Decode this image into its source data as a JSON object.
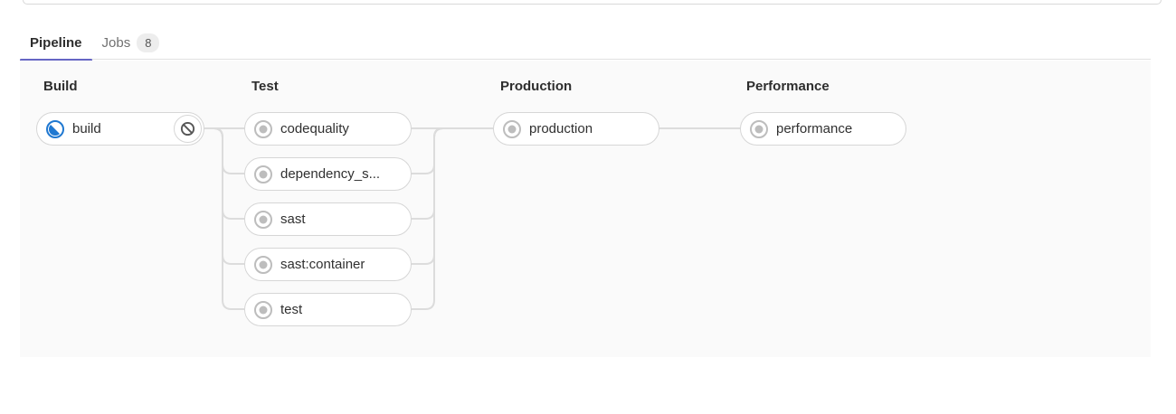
{
  "tabs": {
    "pipeline_label": "Pipeline",
    "jobs_label": "Jobs",
    "jobs_count": "8"
  },
  "stages": [
    {
      "title": "Build",
      "jobs": [
        {
          "name": "build",
          "status": "running",
          "action": "cancel"
        }
      ]
    },
    {
      "title": "Test",
      "jobs": [
        {
          "name": "codequality",
          "status": "created"
        },
        {
          "name": "dependency_s...",
          "status": "created"
        },
        {
          "name": "sast",
          "status": "created"
        },
        {
          "name": "sast:container",
          "status": "created"
        },
        {
          "name": "test",
          "status": "created"
        }
      ]
    },
    {
      "title": "Production",
      "jobs": [
        {
          "name": "production",
          "status": "created"
        }
      ]
    },
    {
      "title": "Performance",
      "jobs": [
        {
          "name": "performance",
          "status": "created"
        }
      ]
    }
  ],
  "icons": {
    "running": "running-status-icon",
    "created": "created-status-icon",
    "cancel": "cancel-ban-icon"
  },
  "colors": {
    "accent_tab_underline": "#6666c4",
    "running_blue": "#1f78d1",
    "created_gray": "#bdbdbd",
    "cancel_gray": "#565656",
    "pill_border": "#d6d6d6",
    "connector": "#dcdcdc",
    "panel_bg": "#fafafa",
    "badge_bg": "#ededed"
  }
}
